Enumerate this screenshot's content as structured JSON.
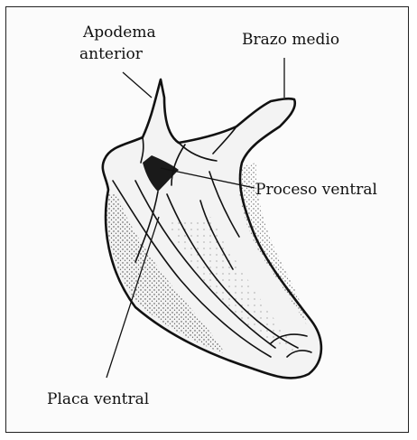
{
  "labels": {
    "apodema_anterior": [
      "Apodema",
      "anterior"
    ],
    "brazo_medio": "Brazo medio",
    "proceso_ventral": "Proceso ventral",
    "placa_ventral": "Placa ventral"
  },
  "colors": {
    "ink": "#111111",
    "paper": "#fbfbfb",
    "border": "#222222"
  }
}
